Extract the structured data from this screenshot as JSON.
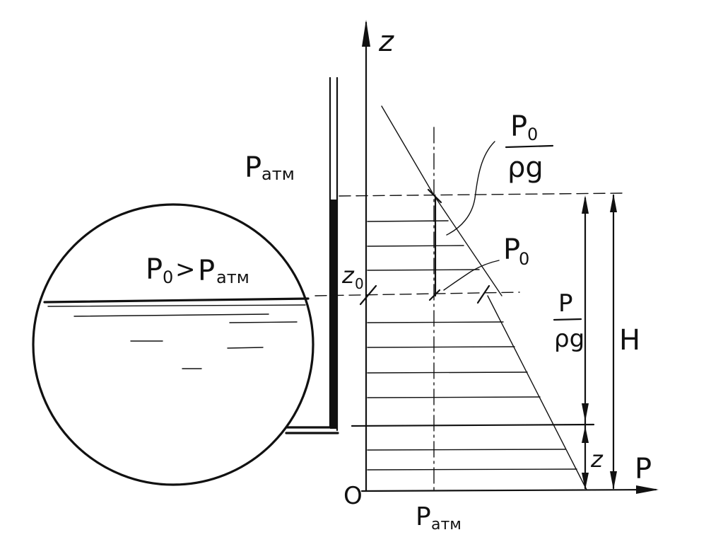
{
  "labels": {
    "axis_z": "z",
    "axis_p": "P",
    "origin": "O",
    "p_atm_top": "P",
    "p_atm_top_sub": "атм",
    "p_atm_bottom": "P",
    "p_atm_bottom_sub": "атм",
    "tank_condition_p0": "P",
    "tank_condition_p0_sub": "0",
    "tank_condition_gt": ">",
    "tank_condition_patm": "P",
    "tank_condition_patm_sub": "атм",
    "p0_over_rho_g_num": "P",
    "p0_over_rho_g_num_sub": "0",
    "p0_over_rho_g_den": "ρg",
    "p0_label": "P",
    "p0_label_sub": "0",
    "z0_label": "z",
    "z0_label_sub": "0",
    "p_over_rho_g_num": "P",
    "p_over_rho_g_den": "ρg",
    "height_H": "H",
    "height_z": "z"
  }
}
